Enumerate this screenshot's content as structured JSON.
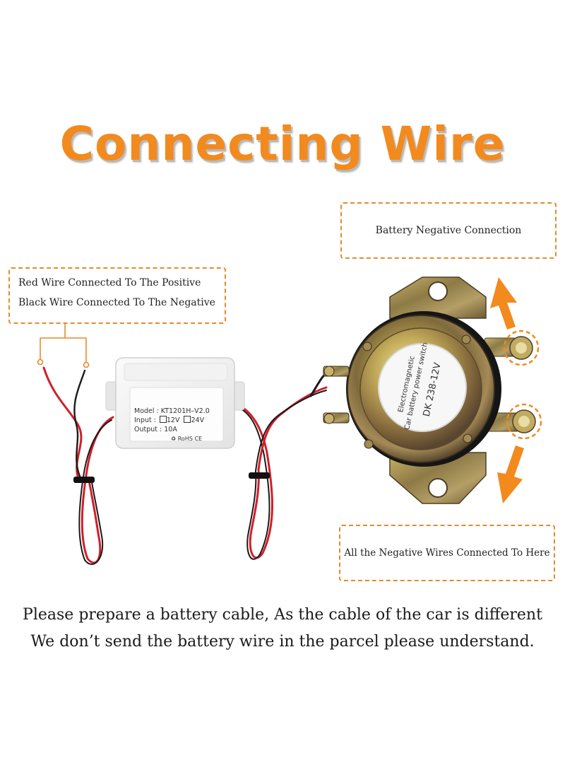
{
  "title": "Connecting Wire",
  "callouts": {
    "left": {
      "line1": "Red Wire Connected To The Positive",
      "line2": "Black Wire Connected To The Negative"
    },
    "top_right": "Battery Negative Connection",
    "bottom_right": "All the Negative Wires Connected To Here"
  },
  "module": {
    "model": "Model : KT1201H–V2.0",
    "input_label": "Input :",
    "input_12v": "12V",
    "input_24v": "24V",
    "output": "Output : 10A",
    "certs": "RoHS CE"
  },
  "switch_label": {
    "line1": "Electromagnetic",
    "line2": "Car battery power switch",
    "line3": "DK 238-12V"
  },
  "notes": {
    "line1": "Please prepare a battery cable, As the cable of the car is different",
    "line2": "We don’t send the battery wire in the parcel please understand."
  },
  "colors": {
    "accent": "#f28a1e",
    "callout_border": "#e58b2a",
    "wire_red": "#d21f2a",
    "wire_black": "#1a1a1a"
  }
}
